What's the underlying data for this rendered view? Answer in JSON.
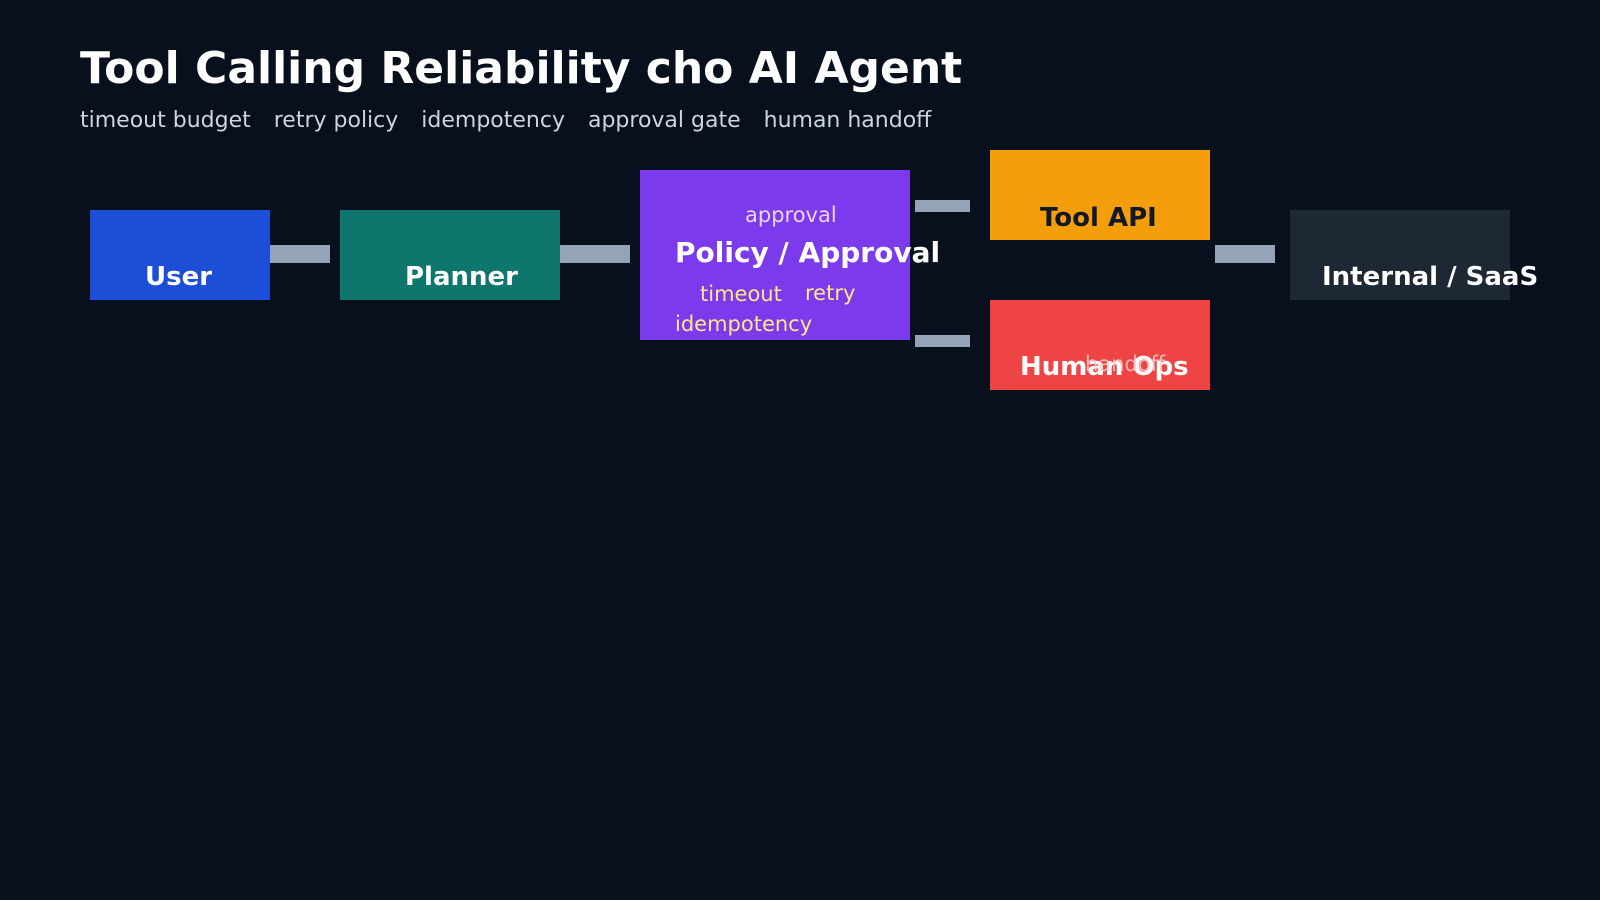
{
  "title": "Tool Calling Reliability cho AI Agent",
  "tags": [
    "timeout budget",
    "retry policy",
    "idempotency",
    "approval gate",
    "human handoff"
  ],
  "nodes": {
    "user": {
      "label": "User",
      "color": "#1d4ed8"
    },
    "planner": {
      "label": "Planner",
      "color": "#0f766e"
    },
    "policy": {
      "label": "Policy / Approval",
      "color": "#7c3aed",
      "top_note": "approval",
      "notes": [
        "timeout",
        "retry",
        "idempotency"
      ]
    },
    "tool_api": {
      "label": "Tool API",
      "color": "#f59e0b"
    },
    "human_ops": {
      "label": "Human Ops",
      "color": "#ef4444",
      "note": "handoff"
    },
    "internal": {
      "label": "Internal / SaaS",
      "color": "#1e2734"
    }
  },
  "colors": {
    "background": "#07101c",
    "connector": "#94a3b8",
    "note_text": "#fde68a",
    "subtitle_text": "#cbd5e1"
  }
}
